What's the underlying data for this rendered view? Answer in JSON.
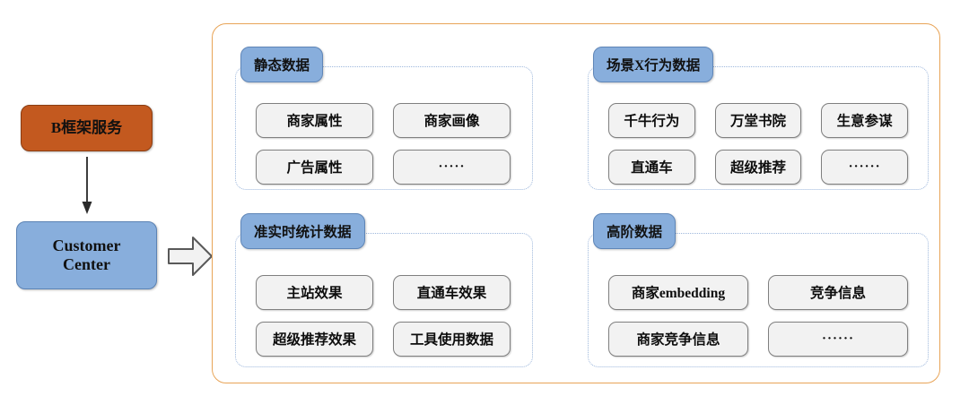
{
  "flow": {
    "source_node": {
      "label": "B框架服务",
      "color": "#C3591F"
    },
    "target_node": {
      "label": "Customer Center",
      "line1": "Customer",
      "line2": "Center",
      "color": "#88AEDC"
    },
    "down_arrow_icon": "arrow-down-icon",
    "right_arrow_icon": "block-arrow-right-icon"
  },
  "container": {
    "border_color": "#E8A457"
  },
  "groups": [
    {
      "id": "static",
      "title": "静态数据",
      "rows": [
        [
          "商家属性",
          "商家画像"
        ],
        [
          "广告属性",
          "·····"
        ]
      ]
    },
    {
      "id": "scene",
      "title": "场景X行为数据",
      "rows": [
        [
          "千牛行为",
          "万堂书院",
          "生意参谋"
        ],
        [
          "直通车",
          "超级推荐",
          "······"
        ]
      ]
    },
    {
      "id": "realtime",
      "title": "准实时统计数据",
      "rows": [
        [
          "主站效果",
          "直通车效果"
        ],
        [
          "超级推荐效果",
          "工具使用数据"
        ]
      ]
    },
    {
      "id": "advanced",
      "title": "高阶数据",
      "rows": [
        [
          "商家embedding",
          "竞争信息"
        ],
        [
          "商家竞争信息",
          "······"
        ]
      ]
    }
  ],
  "theme": {
    "group_title_bg": "#88AEDC",
    "group_border": "#9DB7DC",
    "item_bg": "#F2F2F2",
    "item_border": "#7F7F7F"
  }
}
